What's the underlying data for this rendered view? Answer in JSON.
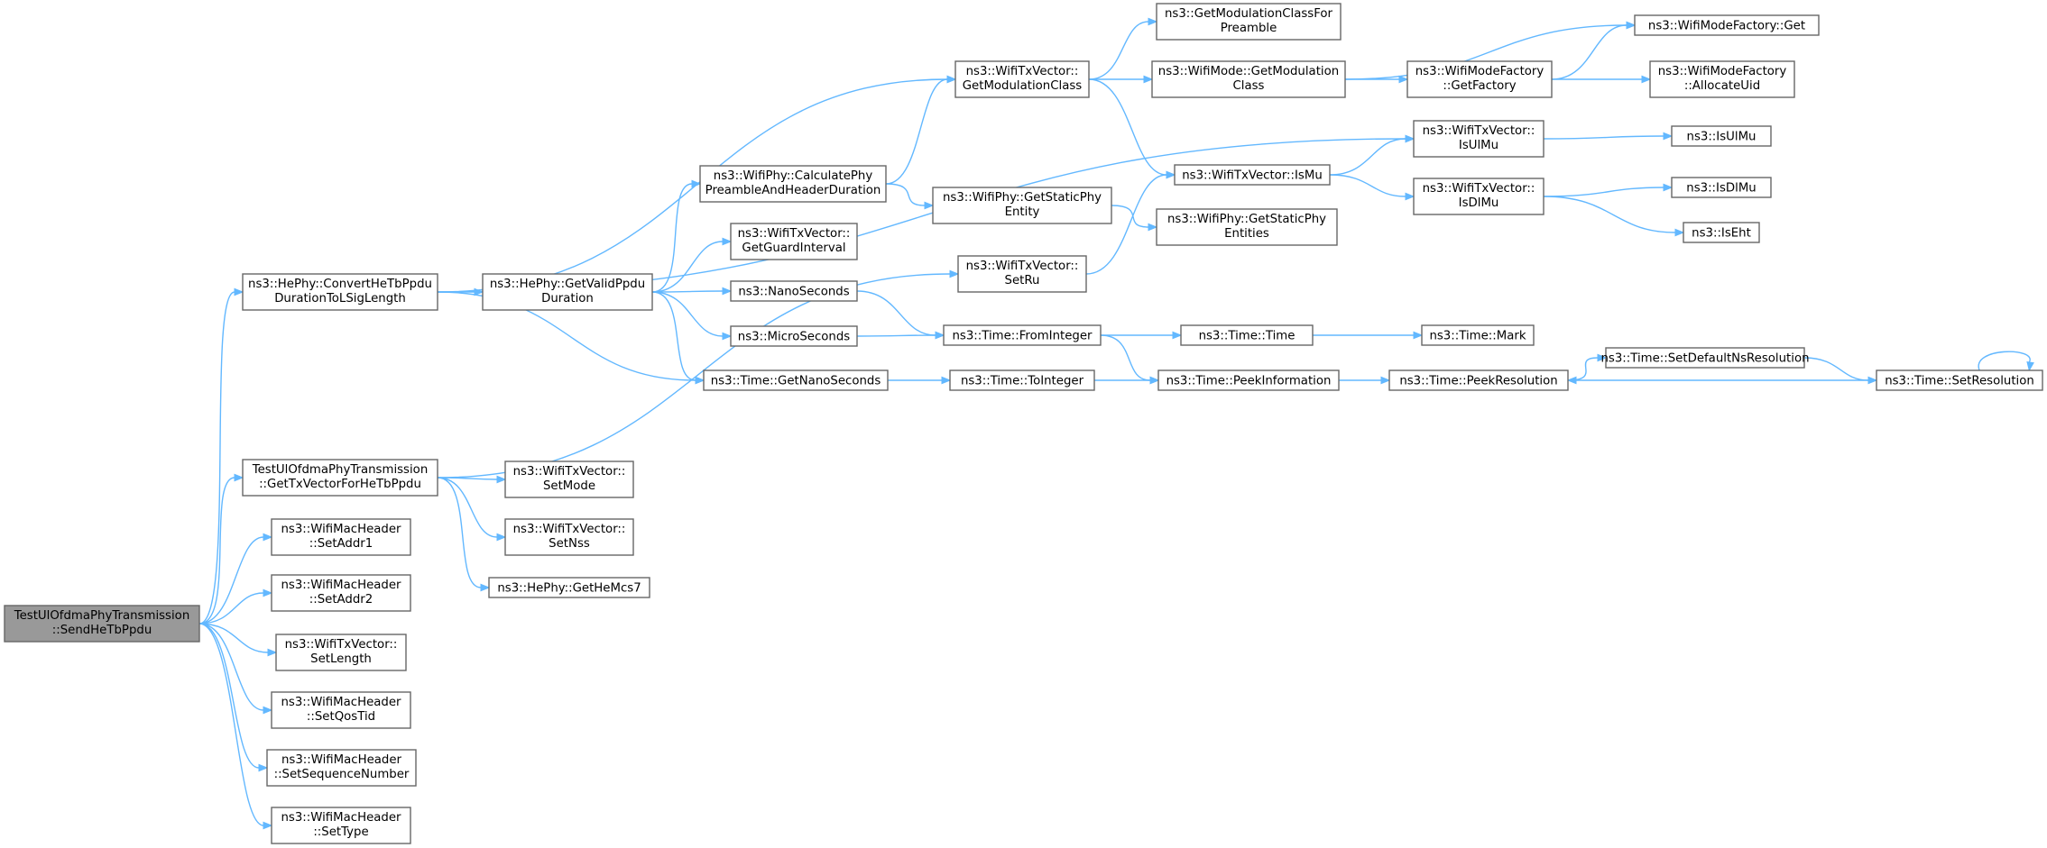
{
  "diagram": {
    "nodes": [
      {
        "id": "root",
        "lines": [
          "TestUlOfdmaPhyTransmission",
          "::SendHeTbPpdu"
        ],
        "highlight": true
      },
      {
        "id": "convert",
        "lines": [
          "ns3::HePhy::ConvertHeTbPpdu",
          "DurationToLSigLength"
        ]
      },
      {
        "id": "gettxv",
        "lines": [
          "TestUlOfdmaPhyTransmission",
          "::GetTxVectorForHeTbPpdu"
        ]
      },
      {
        "id": "addr1",
        "lines": [
          "ns3::WifiMacHeader",
          "::SetAddr1"
        ]
      },
      {
        "id": "addr2",
        "lines": [
          "ns3::WifiMacHeader",
          "::SetAddr2"
        ]
      },
      {
        "id": "setlength",
        "lines": [
          "ns3::WifiTxVector::",
          "SetLength"
        ]
      },
      {
        "id": "qostid",
        "lines": [
          "ns3::WifiMacHeader",
          "::SetQosTid"
        ]
      },
      {
        "id": "seqnum",
        "lines": [
          "ns3::WifiMacHeader",
          "::SetSequenceNumber"
        ]
      },
      {
        "id": "settype",
        "lines": [
          "ns3::WifiMacHeader",
          "::SetType"
        ]
      },
      {
        "id": "validppdu",
        "lines": [
          "ns3::HePhy::GetValidPpdu",
          "Duration"
        ]
      },
      {
        "id": "calcphy",
        "lines": [
          "ns3::WifiPhy::CalculatePhy",
          "PreambleAndHeaderDuration"
        ]
      },
      {
        "id": "guard",
        "lines": [
          "ns3::WifiTxVector::",
          "GetGuardInterval"
        ]
      },
      {
        "id": "nano",
        "lines": [
          "ns3::NanoSeconds"
        ]
      },
      {
        "id": "micro",
        "lines": [
          "ns3::MicroSeconds"
        ]
      },
      {
        "id": "getnano",
        "lines": [
          "ns3::Time::GetNanoSeconds"
        ]
      },
      {
        "id": "setmode",
        "lines": [
          "ns3::WifiTxVector::",
          "SetMode"
        ]
      },
      {
        "id": "setnss",
        "lines": [
          "ns3::WifiTxVector::",
          "SetNss"
        ]
      },
      {
        "id": "hemcs7",
        "lines": [
          "ns3::HePhy::GetHeMcs7"
        ]
      },
      {
        "id": "getmodclass",
        "lines": [
          "ns3::WifiTxVector::",
          "GetModulationClass"
        ]
      },
      {
        "id": "staticphy",
        "lines": [
          "ns3::WifiPhy::GetStaticPhy",
          "Entity"
        ]
      },
      {
        "id": "setru",
        "lines": [
          "ns3::WifiTxVector::",
          "SetRu"
        ]
      },
      {
        "id": "frominteger",
        "lines": [
          "ns3::Time::FromInteger"
        ]
      },
      {
        "id": "tointeger",
        "lines": [
          "ns3::Time::ToInteger"
        ]
      },
      {
        "id": "modclasspre",
        "lines": [
          "ns3::GetModulationClassFor",
          "Preamble"
        ]
      },
      {
        "id": "modemodclass",
        "lines": [
          "ns3::WifiMode::GetModulation",
          "Class"
        ]
      },
      {
        "id": "ismu",
        "lines": [
          "ns3::WifiTxVector::IsMu"
        ]
      },
      {
        "id": "staticphyents",
        "lines": [
          "ns3::WifiPhy::GetStaticPhy",
          "Entities"
        ]
      },
      {
        "id": "timetime",
        "lines": [
          "ns3::Time::Time"
        ]
      },
      {
        "id": "peekinfo",
        "lines": [
          "ns3::Time::PeekInformation"
        ]
      },
      {
        "id": "getfactory",
        "lines": [
          "ns3::WifiModeFactory",
          "::GetFactory"
        ]
      },
      {
        "id": "isulmuv",
        "lines": [
          "ns3::WifiTxVector::",
          "IsUlMu"
        ]
      },
      {
        "id": "isdlmuv",
        "lines": [
          "ns3::WifiTxVector::",
          "IsDlMu"
        ]
      },
      {
        "id": "timemark",
        "lines": [
          "ns3::Time::Mark"
        ]
      },
      {
        "id": "peekres",
        "lines": [
          "ns3::Time::PeekResolution"
        ]
      },
      {
        "id": "factoryget",
        "lines": [
          "ns3::WifiModeFactory::Get"
        ]
      },
      {
        "id": "allocuid",
        "lines": [
          "ns3::WifiModeFactory",
          "::AllocateUid"
        ]
      },
      {
        "id": "isulmu",
        "lines": [
          "ns3::IsUlMu"
        ]
      },
      {
        "id": "isdlmu",
        "lines": [
          "ns3::IsDlMu"
        ]
      },
      {
        "id": "iseht",
        "lines": [
          "ns3::IsEht"
        ]
      },
      {
        "id": "setdefres",
        "lines": [
          "ns3::Time::SetDefaultNsResolution"
        ]
      },
      {
        "id": "setres",
        "lines": [
          "ns3::Time::SetResolution"
        ]
      }
    ],
    "edges": [
      [
        "root",
        "convert"
      ],
      [
        "root",
        "gettxv"
      ],
      [
        "root",
        "addr1"
      ],
      [
        "root",
        "addr2"
      ],
      [
        "root",
        "setlength"
      ],
      [
        "root",
        "qostid"
      ],
      [
        "root",
        "seqnum"
      ],
      [
        "root",
        "settype"
      ],
      [
        "convert",
        "getmodclass"
      ],
      [
        "convert",
        "isulmuv"
      ],
      [
        "convert",
        "validppdu"
      ],
      [
        "convert",
        "getnano"
      ],
      [
        "validppdu",
        "calcphy"
      ],
      [
        "validppdu",
        "guard"
      ],
      [
        "validppdu",
        "nano"
      ],
      [
        "validppdu",
        "micro"
      ],
      [
        "validppdu",
        "getnano"
      ],
      [
        "calcphy",
        "getmodclass"
      ],
      [
        "calcphy",
        "staticphy"
      ],
      [
        "staticphy",
        "staticphyents"
      ],
      [
        "nano",
        "frominteger"
      ],
      [
        "micro",
        "frominteger"
      ],
      [
        "getnano",
        "tointeger"
      ],
      [
        "gettxv",
        "setru"
      ],
      [
        "gettxv",
        "setmode"
      ],
      [
        "gettxv",
        "setnss"
      ],
      [
        "gettxv",
        "hemcs7"
      ],
      [
        "setru",
        "ismu"
      ],
      [
        "getmodclass",
        "modclasspre"
      ],
      [
        "getmodclass",
        "modemodclass"
      ],
      [
        "getmodclass",
        "ismu"
      ],
      [
        "modemodclass",
        "factoryget"
      ],
      [
        "modemodclass",
        "getfactory"
      ],
      [
        "getfactory",
        "factoryget"
      ],
      [
        "getfactory",
        "allocuid"
      ],
      [
        "ismu",
        "isulmuv"
      ],
      [
        "ismu",
        "isdlmuv"
      ],
      [
        "isulmuv",
        "isulmu"
      ],
      [
        "isdlmuv",
        "isdlmu"
      ],
      [
        "isdlmuv",
        "iseht"
      ],
      [
        "frominteger",
        "timetime"
      ],
      [
        "frominteger",
        "peekinfo"
      ],
      [
        "tointeger",
        "peekinfo"
      ],
      [
        "timetime",
        "timemark"
      ],
      [
        "peekinfo",
        "peekres"
      ],
      [
        "peekres",
        "setdefres"
      ],
      [
        "setdefres",
        "setres"
      ],
      [
        "setres",
        "peekres"
      ],
      [
        "setres",
        "setres"
      ]
    ]
  }
}
